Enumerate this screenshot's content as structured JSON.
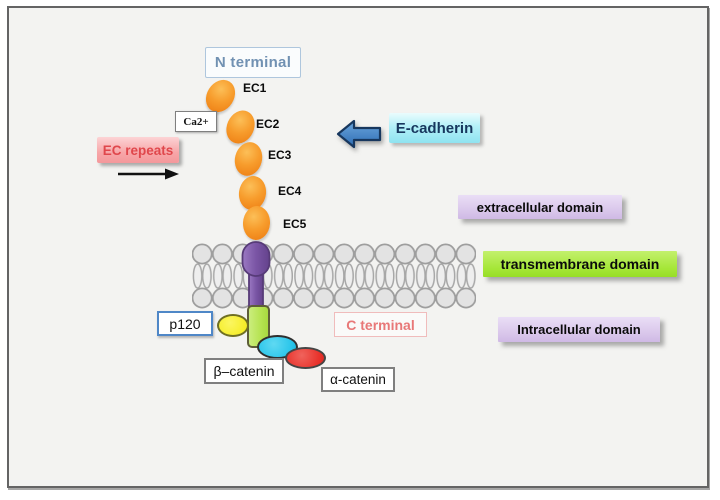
{
  "diagram": {
    "n_terminal_label": "N terminal",
    "ca_label": "Ca2+",
    "ec_repeats_label": "EC repeats",
    "ec_units": [
      "EC1",
      "EC2",
      "EC3",
      "EC4",
      "EC5"
    ],
    "e_cadherin_label": "E-cadherin",
    "extracellular_label": "extracellular domain",
    "transmembrane_label": "transmembrane domain",
    "intracellular_label": "Intracellular domain",
    "c_terminal_label": "C terminal",
    "p120_label": "p120",
    "beta_catenin_label": "β–catenin",
    "alpha_catenin_label": "α-catenin",
    "colors": {
      "canvas_bg": "#f3f3f1",
      "ec_orange": "#f0861a",
      "membrane_gray": "#e8e8e8",
      "transmembrane_purple": "#7a55a5",
      "intracellular_tail_green": "#b6e352",
      "p120_yellow": "#f6ee2c",
      "beta_catenin_cyan": "#29c5ea",
      "alpha_catenin_red": "#e8322b",
      "e_cadherin_box_cyan": "#a5ecf5",
      "domain_lavender": "#d8c5ea",
      "domain_lime": "#a4e636",
      "ec_repeats_pink": "#f7a6a8",
      "n_terminal_blue": "#7191b2",
      "c_terminal_pink": "#e87878",
      "arrow_blue": "#3f7fc1"
    }
  }
}
